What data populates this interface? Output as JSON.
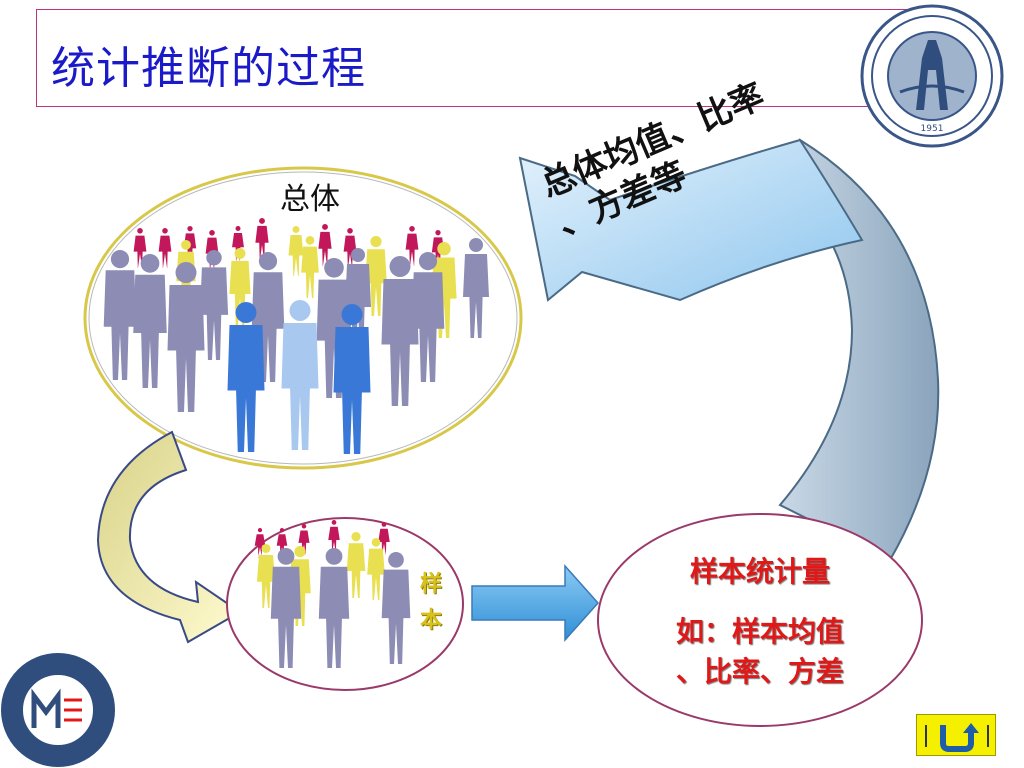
{
  "title": "统计推断的过程",
  "population_label": "总体",
  "sample_label_chars": [
    "样",
    "本"
  ],
  "inference_arrow_text": [
    "总体均值、比率",
    "、方差等"
  ],
  "statistic_title": "样本统计量",
  "statistic_example": [
    "如：样本均值",
    "、比率、方差"
  ],
  "logo_top": {
    "year": "1951"
  },
  "colors": {
    "title": "#1a1ac8",
    "title_border": "#c0327a",
    "statistic_text": "#e01818",
    "sample_char": "#d8c21a",
    "arrow_blue": "#b8dcf4",
    "arrow_gray": "#9db4c8",
    "arrow_yellow": "#f6f0a8",
    "arrow_block": "#4aa8e8",
    "nav_button": "#f4f000"
  },
  "icons": {
    "university_logo": "university-seal-icon",
    "school_logo": "school-seal-icon",
    "return": "return-arrow-icon"
  }
}
